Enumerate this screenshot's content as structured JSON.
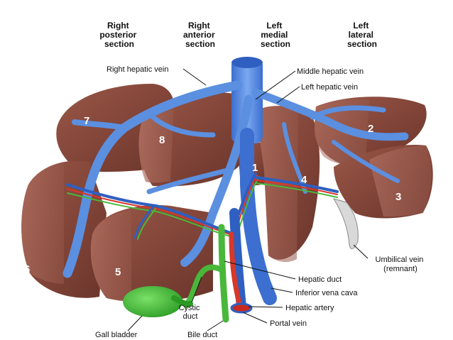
{
  "sections": {
    "right_posterior": [
      "Right",
      "posterior",
      "section"
    ],
    "right_anterior": [
      "Right",
      "anterior",
      "section"
    ],
    "left_medial": [
      "Left",
      "medial",
      "section"
    ],
    "left_lateral": [
      "Left",
      "lateral",
      "section"
    ]
  },
  "segments": {
    "s1": "1",
    "s2": "2",
    "s3": "3",
    "s4": "4",
    "s5": "5",
    "s6": "6",
    "s7": "7",
    "s8": "8"
  },
  "labels": {
    "right_hepatic_vein": "Right hepatic vein",
    "middle_hepatic_vein": "Middle hepatic vein",
    "left_hepatic_vein": "Left hepatic vein",
    "umbilical_vein": [
      "Umbilical vein",
      "(remnant)"
    ],
    "hepatic_duct": "Hepatic duct",
    "inferior_vena_cava": "Inferior vena cava",
    "hepatic_artery": "Hepatic artery",
    "portal_vein": "Portal vein",
    "cystic_duct": [
      "Cystic",
      "duct"
    ],
    "gall_bladder": "Gall bladder",
    "bile_duct": "Bile duct"
  },
  "colors": {
    "liver": "#8a4a3e",
    "liver_cut": "#a8655a",
    "vein": "#5b8fe0",
    "vein_dark": "#2f5fc0",
    "artery": "#d8382a",
    "bile": "#49b83a",
    "gallbladder": "#3cc43a"
  }
}
